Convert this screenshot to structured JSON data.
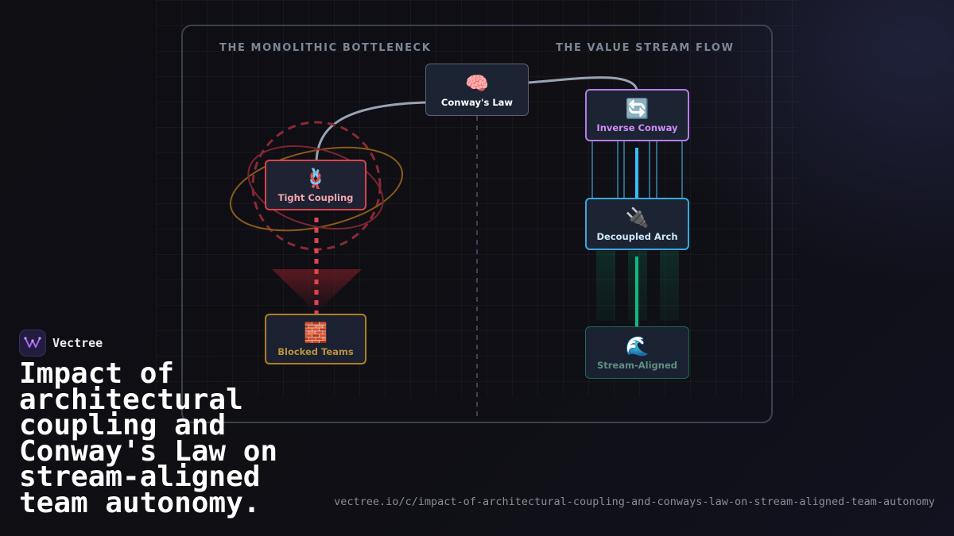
{
  "diagram": {
    "left_panel_title": "THE MONOLITHIC BOTTLENECK",
    "right_panel_title": "THE VALUE STREAM FLOW",
    "nodes": {
      "conways_law": {
        "label": "Conway's Law",
        "icon": "🧠",
        "icon_name": "brain-icon"
      },
      "tight_coupling": {
        "label": "Tight Coupling",
        "icon": "🪢",
        "icon_name": "knot-icon"
      },
      "blocked_teams": {
        "label": "Blocked Teams",
        "icon": "🧱",
        "icon_name": "brick-icon"
      },
      "inverse_conway": {
        "label": "Inverse Conway",
        "icon": "🔄",
        "icon_name": "cycle-arrows-icon"
      },
      "decoupled_arch": {
        "label": "Decoupled Arch",
        "icon": "🔌",
        "icon_name": "plug-icon"
      },
      "stream_aligned": {
        "label": "Stream-Aligned",
        "icon": "🌊",
        "icon_name": "wave-icon"
      }
    },
    "colors": {
      "conways_law": "#8a94a8",
      "tight_coupling": "#d9434d",
      "blocked_teams": "#c8912a",
      "inverse_conway": "#c77dff",
      "decoupled_arch": "#38bdf8",
      "stream_aligned": "#10b981"
    }
  },
  "brand": {
    "name": "Vectree"
  },
  "headline": "Impact of architectural coupling and Conway's Law on stream-aligned team autonomy.",
  "url": "vectree.io/c/impact-of-architectural-coupling-and-conways-law-on-stream-aligned-team-autonomy"
}
